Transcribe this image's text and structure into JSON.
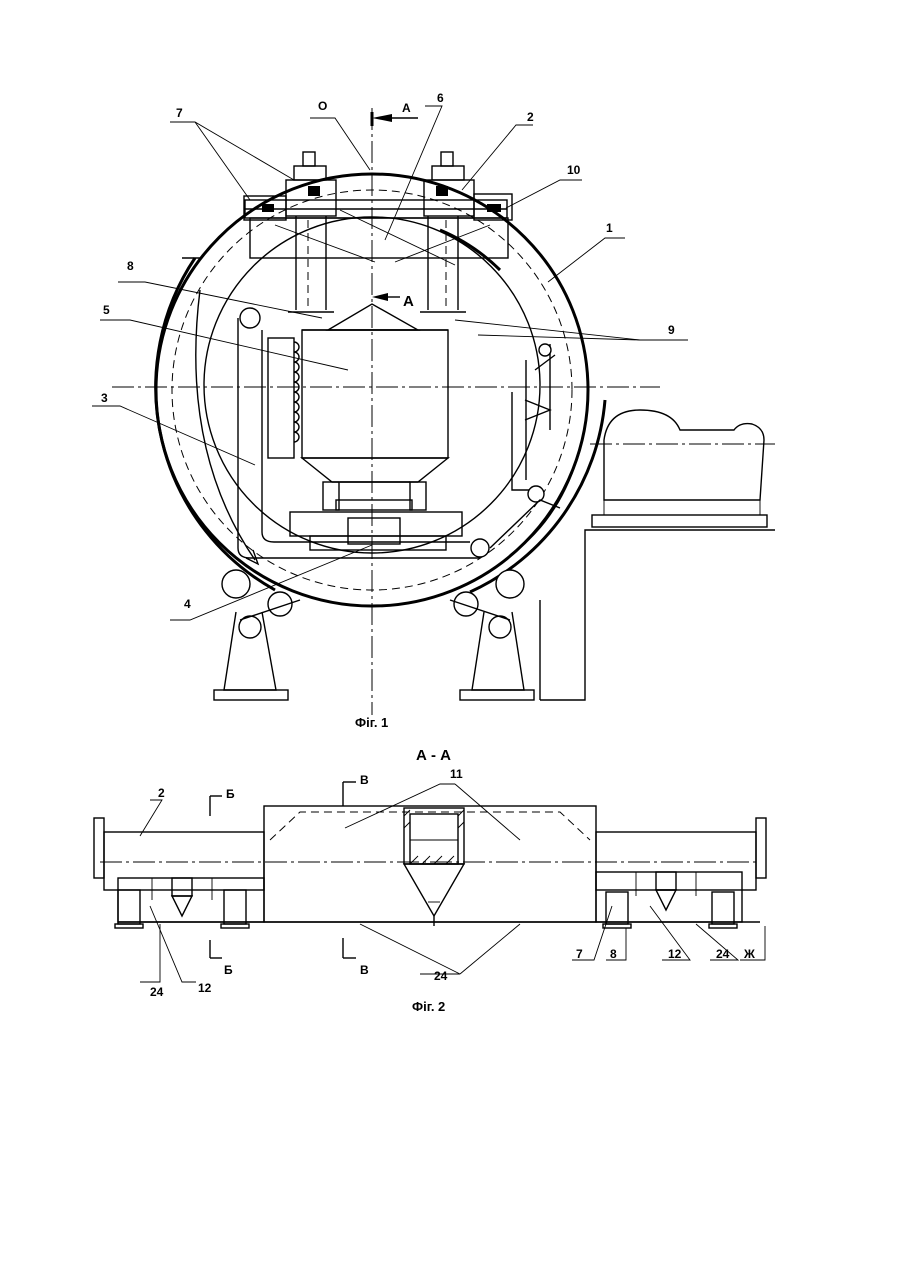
{
  "figure1": {
    "caption": "Фіг. 1",
    "labels": {
      "n1": "1",
      "n2": "2",
      "n3": "3",
      "n4": "4",
      "n5": "5",
      "n6": "6",
      "n7": "7",
      "n8": "8",
      "n9": "9",
      "n10": "10",
      "o": "О",
      "a_top": "А",
      "a_mid": "А"
    }
  },
  "figure2": {
    "caption": "Фіг. 2",
    "section_title": "А - А",
    "labels": {
      "n2": "2",
      "n11": "11",
      "b_top": "Б",
      "b_bottom": "Б",
      "v_top": "В",
      "v_bottom": "В",
      "n24_left": "24",
      "n12_left": "12",
      "n24_mid": "24",
      "n7": "7",
      "n8": "8",
      "n12_right": "12",
      "n24_right": "24",
      "zh": "Ж"
    }
  }
}
